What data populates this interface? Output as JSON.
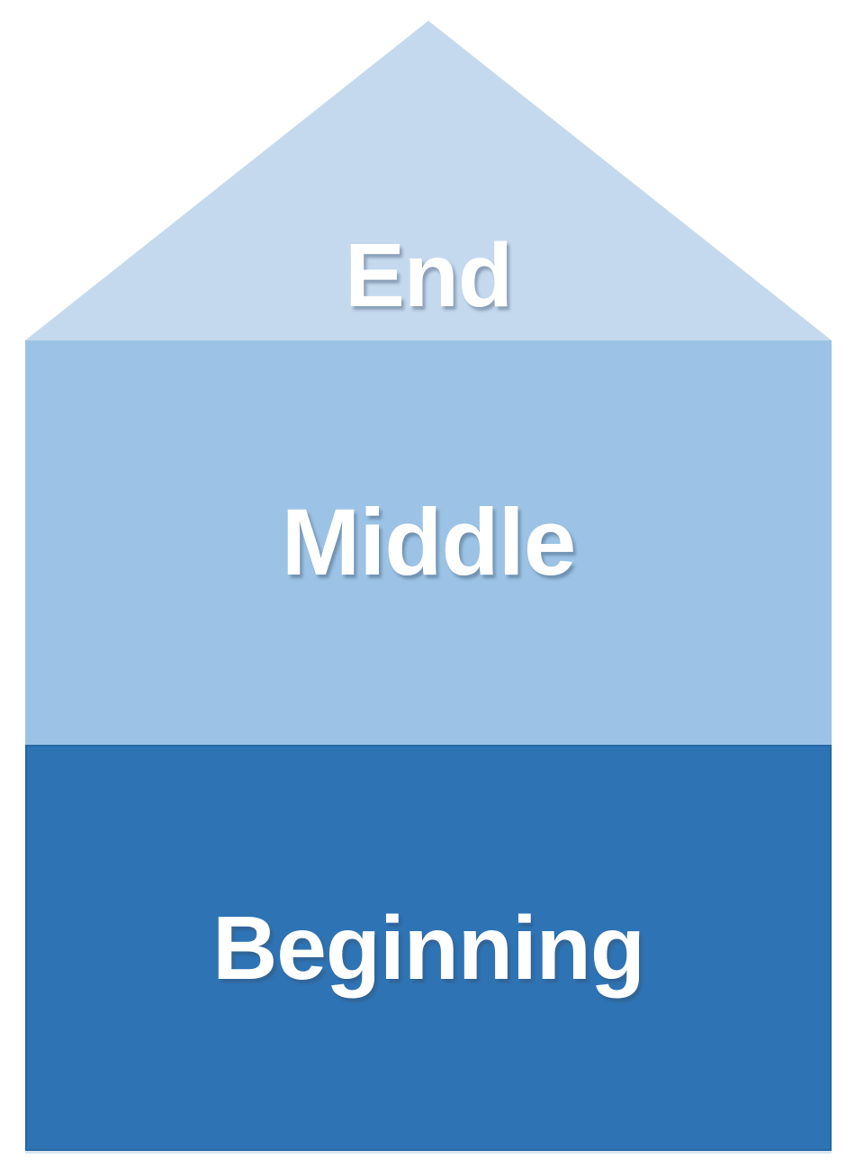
{
  "diagram": {
    "type": "stacked-pyramid-house",
    "background_color": "#ffffff",
    "text_color": "#ffffff",
    "sections": [
      {
        "label": "End",
        "shape": "triangle",
        "fill_color": "#c5d9ee"
      },
      {
        "label": "Middle",
        "shape": "rectangle",
        "fill_color": "#9cc3e5"
      },
      {
        "label": "Beginning",
        "shape": "rectangle",
        "fill_color": "#2e74b5"
      }
    ]
  }
}
